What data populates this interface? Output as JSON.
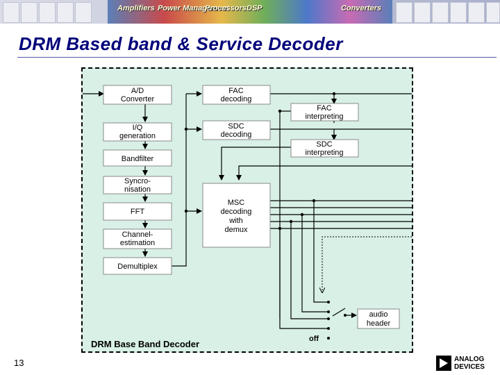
{
  "slide": {
    "title": "DRM Based band & Service Decoder",
    "number": "13"
  },
  "banner": {
    "words": [
      "Amplifiers",
      "Power Management",
      "Processors",
      "DSP",
      "Converters"
    ]
  },
  "logo": {
    "line1": "ANALOG",
    "line2": "DEVICES",
    "icon": "analog-devices-triangle-icon"
  },
  "diagram": {
    "label": "DRM Base Band Decoder",
    "left_blocks": [
      {
        "id": "ad",
        "lines": [
          "A/D",
          "Converter"
        ]
      },
      {
        "id": "iq",
        "lines": [
          "I/Q",
          "generation"
        ]
      },
      {
        "id": "bandfilter",
        "lines": [
          "Bandfilter"
        ]
      },
      {
        "id": "sync",
        "lines": [
          "Syncro-",
          "nisation"
        ]
      },
      {
        "id": "fft",
        "lines": [
          "FFT"
        ]
      },
      {
        "id": "channel",
        "lines": [
          "Channel-",
          "estimation"
        ]
      },
      {
        "id": "demux",
        "lines": [
          "Demultiplex"
        ]
      }
    ],
    "mid_blocks": [
      {
        "id": "fac_dec",
        "lines": [
          "FAC",
          "decoding"
        ]
      },
      {
        "id": "sdc_dec",
        "lines": [
          "SDC",
          "decoding"
        ]
      },
      {
        "id": "msc_dec",
        "lines": [
          "MSC",
          "decoding",
          "with",
          "demux"
        ]
      }
    ],
    "right_blocks": [
      {
        "id": "fac_int",
        "lines": [
          "FAC",
          "interpreting"
        ]
      },
      {
        "id": "sdc_int",
        "lines": [
          "SDC",
          "interpreting"
        ]
      },
      {
        "id": "audio_hdr",
        "lines": [
          "audio",
          "header"
        ]
      }
    ],
    "off_label": "off"
  },
  "colors": {
    "title": "#00007a",
    "diagram_bg": "#d8f0e6",
    "block_bg": "#ffffff",
    "block_border": "#888888"
  }
}
